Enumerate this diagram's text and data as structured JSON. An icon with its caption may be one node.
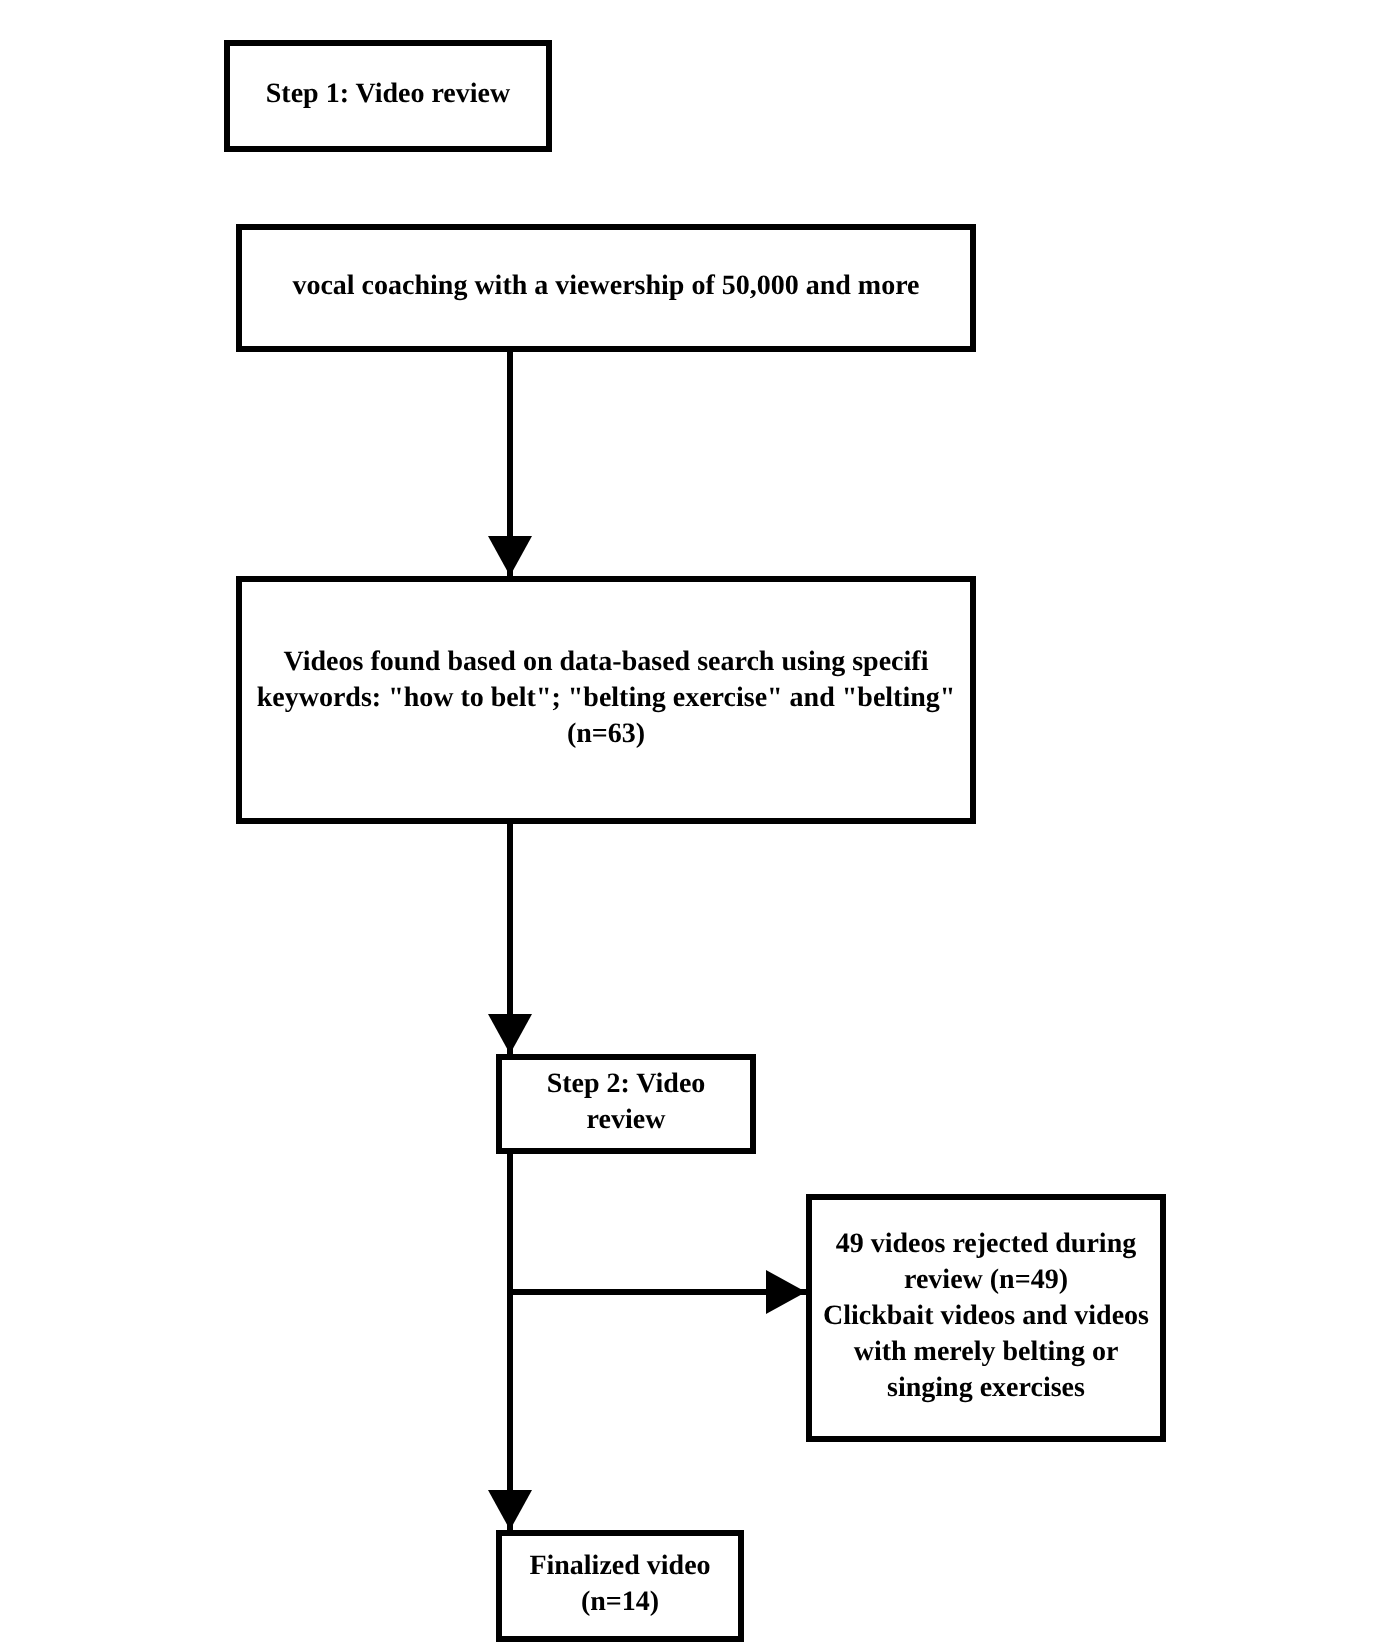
{
  "diagram": {
    "nodes": [
      {
        "text": [
          "Step 1: Video review"
        ]
      },
      {
        "text": [
          "vocal coaching with a viewership of 50,000 and more"
        ]
      },
      {
        "text": [
          "Videos found based on data-based search using specifi keywords: \"how to belt\"; \"belting exercise\" and \"belting\"",
          "(n=63)"
        ]
      },
      {
        "text": [
          "Step 2: Video review"
        ]
      },
      {
        "text": [
          "49 videos rejected during review (n=49)",
          "Clickbait videos and videos with merely belting or singing exercises"
        ]
      },
      {
        "text": [
          "Finalized video",
          "(n=14)"
        ]
      }
    ],
    "edges": [
      {
        "from": 1,
        "to": 2,
        "arrow": "to"
      },
      {
        "from": 2,
        "to": 3,
        "arrow": "to"
      },
      {
        "from": 3,
        "to": 4,
        "arrow": "to"
      },
      {
        "from": 3,
        "to": 5,
        "arrow": "to"
      }
    ]
  }
}
